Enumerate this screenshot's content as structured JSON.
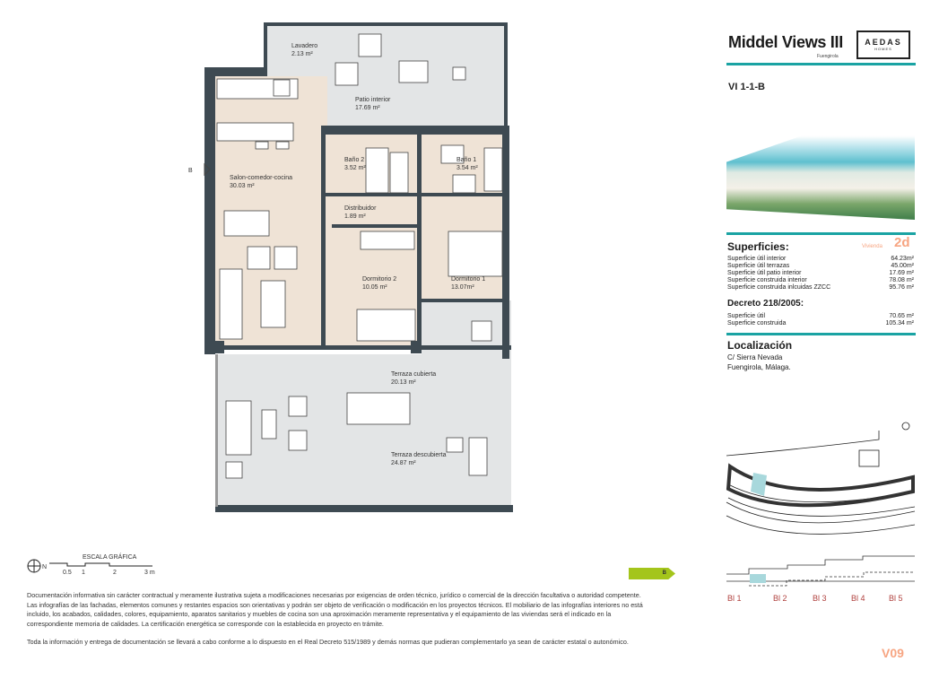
{
  "header": {
    "project": "Middel Views III",
    "city": "Fuengirola",
    "logo_main": "AEDAS",
    "logo_sub": "HOMES",
    "unit": "VI 1-1-B"
  },
  "rooms": [
    {
      "name": "Lavadero",
      "area": "2.13 m²"
    },
    {
      "name": "Patio interior",
      "area": "17.69 m²"
    },
    {
      "name": "Salon-comedor-cocina",
      "area": "30.03 m²"
    },
    {
      "name": "Baño 2",
      "area": "3.52 m²"
    },
    {
      "name": "Baño 1",
      "area": "3.54 m²"
    },
    {
      "name": "Distribuidor",
      "area": "1.89 m²"
    },
    {
      "name": "Dormitorio 2",
      "area": "10.05 m²"
    },
    {
      "name": "Dormitorio 1",
      "area": "13.07m²"
    },
    {
      "name": "Terraza cubierta",
      "area": "20.13 m²"
    },
    {
      "name": "Terraza descubierta",
      "area": "24.87 m²"
    }
  ],
  "section_marker": "B",
  "scale": {
    "title": "ESCALA GRÁFICA",
    "ticks": [
      "0.5",
      "1",
      "2",
      "3 m"
    ],
    "north": "N"
  },
  "surfaces": {
    "title": "Superficies:",
    "type_label": "Vivienda",
    "type": "2d",
    "rows": [
      {
        "label": "Superficie útil interior",
        "value": "64.23m²"
      },
      {
        "label": "Superficie útil terrazas",
        "value": "45.00m²"
      },
      {
        "label": "Superficie útil patio interior",
        "value": "17.69 m²"
      },
      {
        "label": "Superficie construida interior",
        "value": "78.08 m²"
      },
      {
        "label": "Superficie construida inlcuidas ZZCC",
        "value": "95.76 m²"
      }
    ]
  },
  "decree": {
    "title": "Decreto 218/2005:",
    "rows": [
      {
        "label": "Superficie útil",
        "value": "70.65 m²"
      },
      {
        "label": "Superficie construida",
        "value": "105.34 m²"
      }
    ]
  },
  "location": {
    "title": "Localización",
    "line1": "C/ Sierra Nevada",
    "line2": "Fuengirola, Málaga."
  },
  "energy": {
    "label": "B",
    "color": "#a4c51b"
  },
  "blocks": [
    "Bl 1",
    "Bl 2",
    "Bl 3",
    "Bl 4",
    "Bl 5"
  ],
  "sheet": "V09",
  "disclaimer": {
    "p1": "Documentación informativa sin carácter contractual y meramente ilustrativa sujeta a modificaciones necesarias por exigencias de orden técnico, jurídico o comercial de la dirección facultativa o autoridad competente. Las infografías de las fachadas, elementos comunes y restantes espacios son orientativas y podrán ser objeto de verificación o modificación en los proyectos técnicos. El mobiliario de las infografías interiores no está incluido, los acabados, calidades, colores, equipamiento, aparatos sanitarios y muebles de cocina son una aproximación meramente representativa y el equipamiento de las viviendas será el indicado en la correspondiente memoria de calidades. La certificación energética se corresponde con la establecida en proyecto en trámite.",
    "p2": "Toda la información y entrega de documentación se llevará a cabo conforme a lo dispuesto en el Real Decreto 515/1989 y demás normas que pudieran complementarlo ya sean de carácter estatal o autonómico."
  }
}
